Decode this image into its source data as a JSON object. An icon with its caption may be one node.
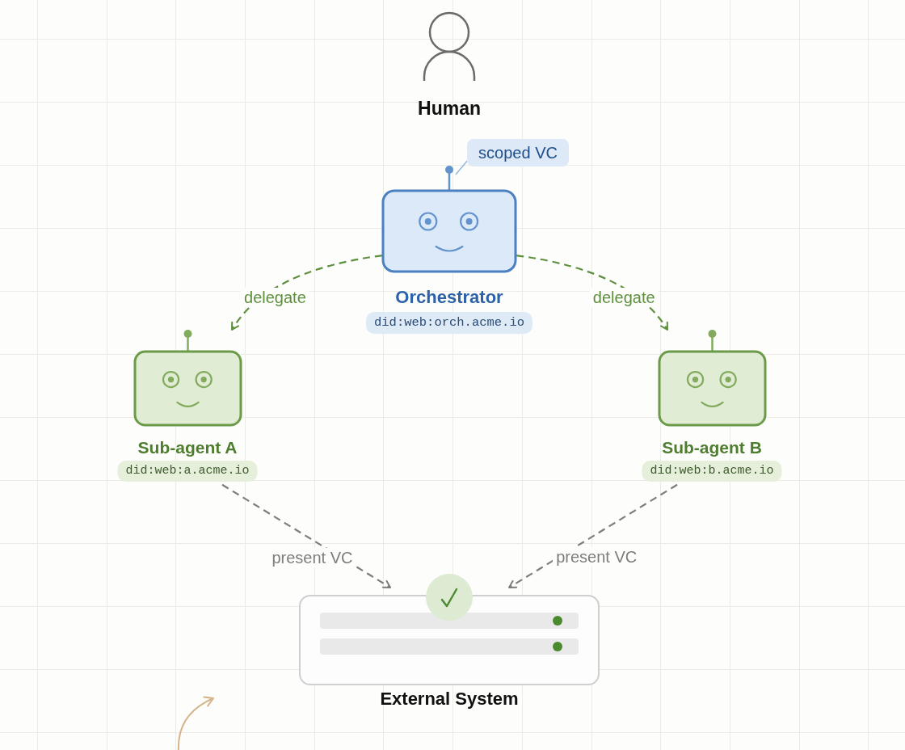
{
  "diagram": {
    "nodes": [
      {
        "text": [
          "Human"
        ]
      },
      {
        "text": [
          "scoped VC"
        ]
      },
      {
        "text": [
          "Orchestrator",
          "did:web:orch.acme.io"
        ]
      },
      {
        "text": [
          "Sub-agent A",
          "did:web:a.acme.io"
        ]
      },
      {
        "text": [
          "Sub-agent B",
          "did:web:b.acme.io"
        ]
      },
      {
        "text": [
          "External System"
        ]
      }
    ],
    "edges": [
      {
        "from": 2,
        "to": 3,
        "arrow": "to",
        "label": "delegate",
        "style": "dashed",
        "color": "#5e8f3e"
      },
      {
        "from": 2,
        "to": 4,
        "arrow": "to",
        "label": "delegate",
        "style": "dashed",
        "color": "#5e8f3e"
      },
      {
        "from": 3,
        "to": 5,
        "arrow": "to",
        "label": "present VC",
        "style": "dashed",
        "color": "#7d7d7d"
      },
      {
        "from": 4,
        "to": 5,
        "arrow": "to",
        "label": "present VC",
        "style": "dashed",
        "color": "#7d7d7d"
      },
      {
        "from": 1,
        "to": 2,
        "arrow": "none",
        "color": "#8fb4dc"
      }
    ]
  }
}
